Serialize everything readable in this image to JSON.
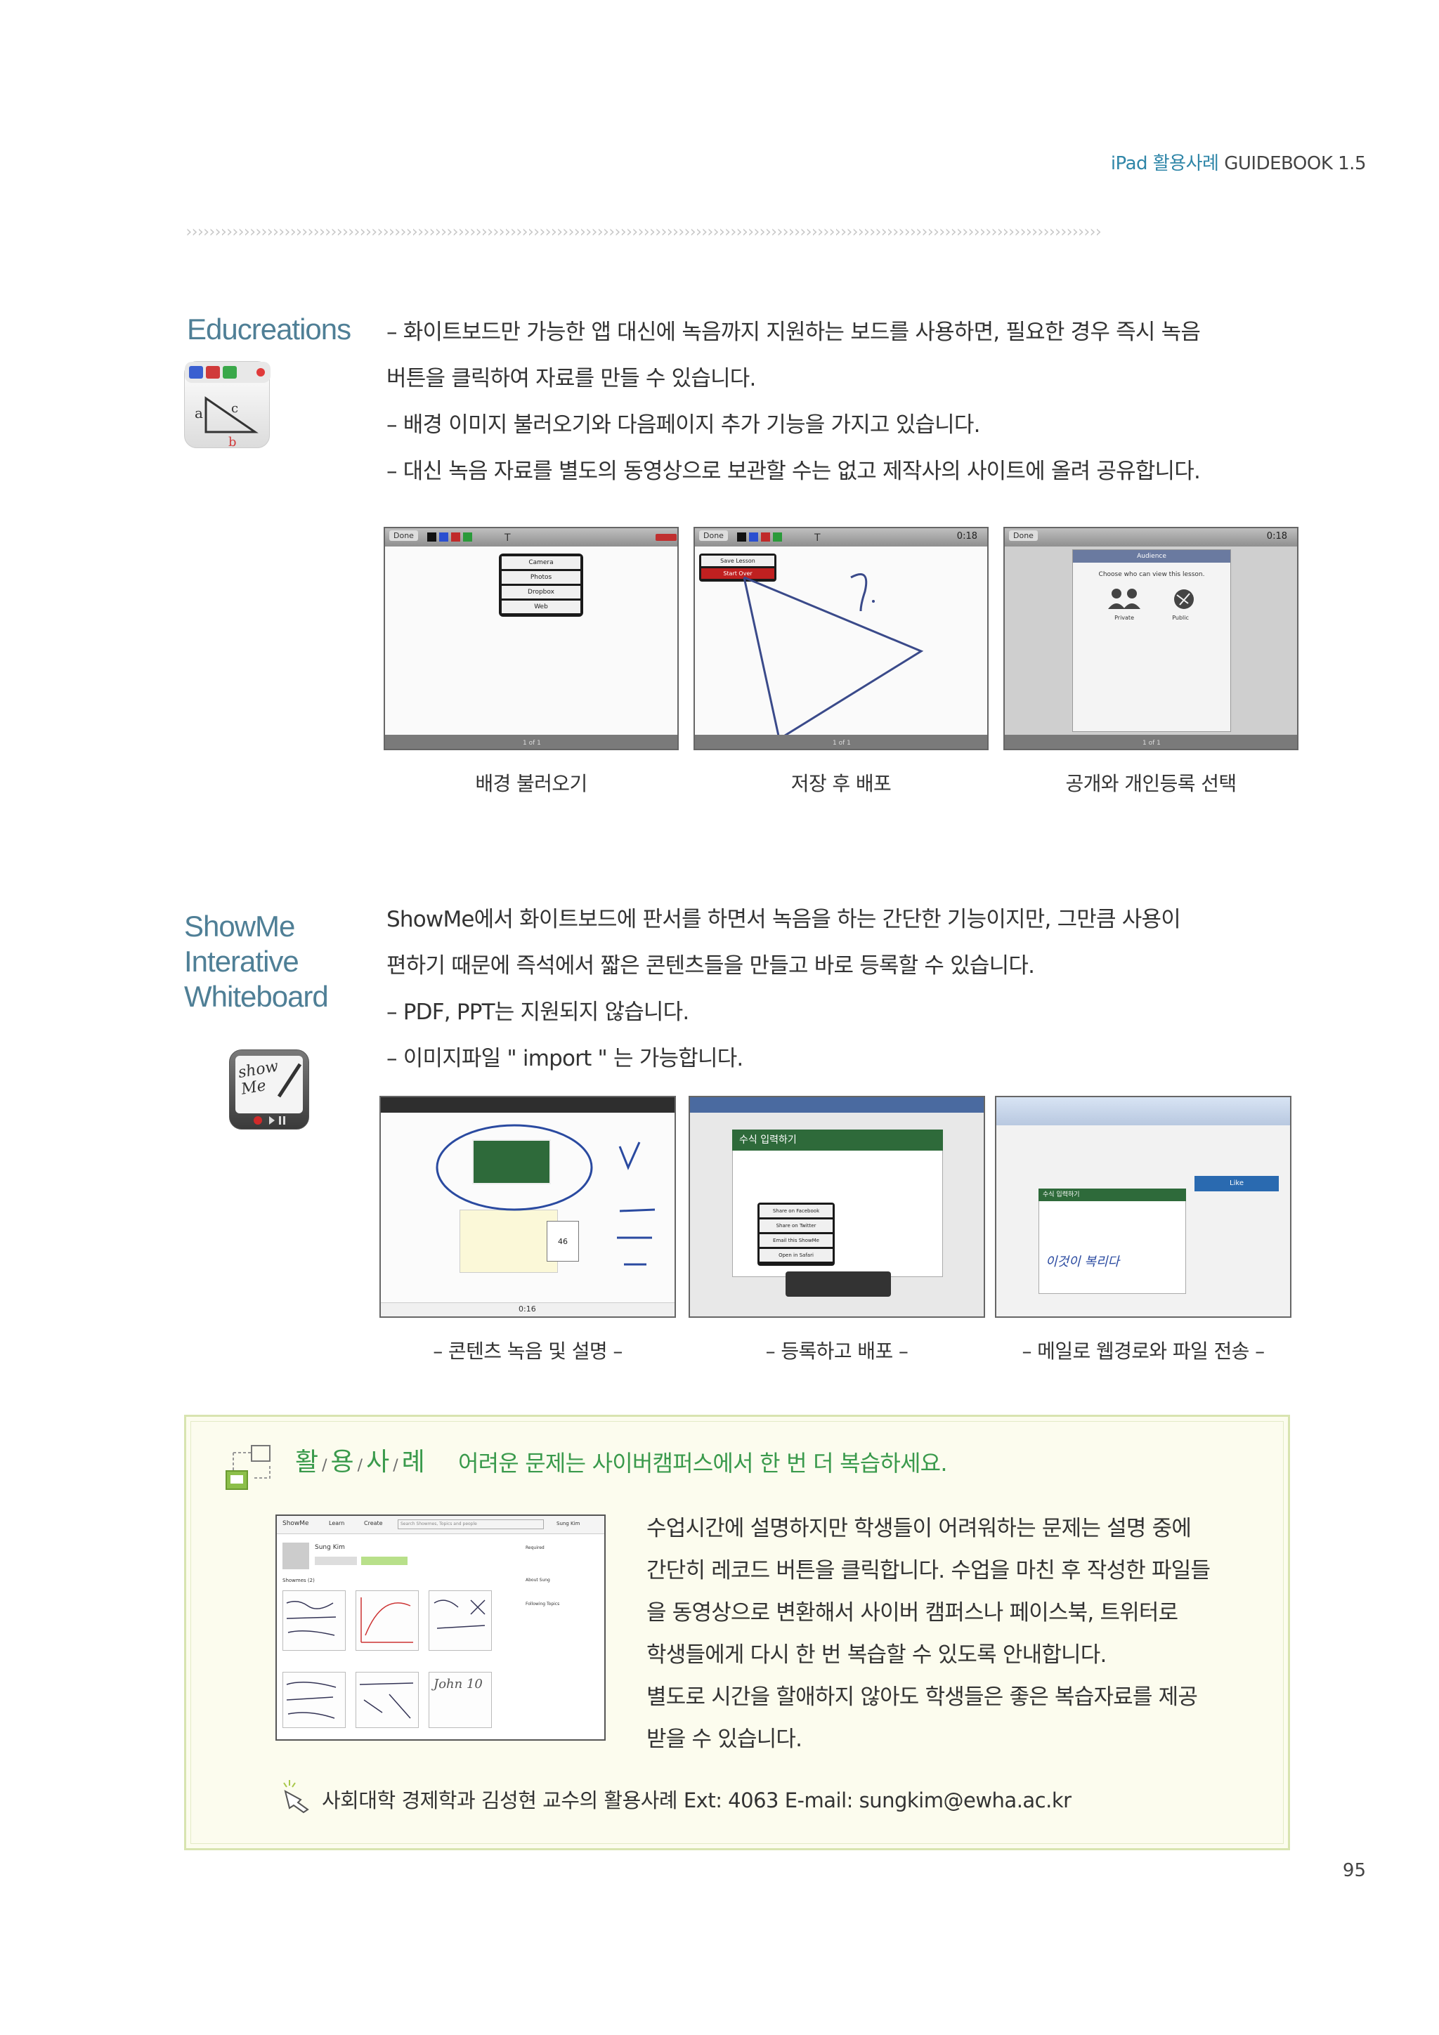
{
  "header": {
    "highlight": "iPad 활용사례",
    "book": "GUIDEBOOK 1.5"
  },
  "chevrons": "››››››››››››››››››››››››››››››››››››››››››››››››››››››››››››››››››››››››››››››››››››››››››››››››››››››››››››››››››››››››››››››››››››››››››››››››››››››››››››››",
  "section1": {
    "title": "Educreations",
    "lines": [
      "– 화이트보드만 가능한 앱 대신에 녹음까지 지원하는 보드를 사용하면, 필요한 경우 즉시 녹음",
      "   버튼을 클릭하여 자료를 만들 수 있습니다.",
      "– 배경 이미지 불러오기와 다음페이지 추가 기능을 가지고 있습니다.",
      "– 대신 녹음 자료를 별도의 동영상으로 보관할 수는 없고 제작사의 사이트에 올려 공유합니다."
    ],
    "shots": [
      {
        "toolbar_left": "Done",
        "menu": [
          "Camera",
          "Photos",
          "Dropbox",
          "Web"
        ],
        "page": "1 of 1",
        "caption": "배경 불러오기"
      },
      {
        "toolbar_left": "Done",
        "time": "0:18",
        "menu": [
          "Save Lesson",
          "Start Over"
        ],
        "page": "1 of 1",
        "caption": "저장 후 배포"
      },
      {
        "toolbar_left": "Done",
        "time": "0:18",
        "dialog_title": "Audience",
        "dialog_text": "Choose who can view this lesson.",
        "options": [
          "Private",
          "Public"
        ],
        "page": "1 of 1",
        "caption": "공개와 개인등록 선택"
      }
    ]
  },
  "section2": {
    "title_lines": [
      "ShowMe",
      "Interative",
      "Whiteboard"
    ],
    "icon_text": "show Me",
    "lines": [
      "ShowMe에서 화이트보드에 판서를 하면서 녹음을 하는 간단한 기능이지만, 그만큼 사용이",
      "편하기 때문에 즉석에서 짧은 콘텐츠들을 만들고 바로 등록할 수 있습니다.",
      "– PDF, PPT는 지원되지 않습니다.",
      "– 이미지파일  \" import \" 는 가능합니다."
    ],
    "shots": [
      {
        "time": "0:16",
        "number": "46",
        "caption": "– 콘텐츠 녹음 및 설명 –"
      },
      {
        "slide_title": "수식 입력하기",
        "menu": [
          "Share on Facebook",
          "Share on Twitter",
          "Email this ShowMe",
          "Open in Safari"
        ],
        "caption": "– 등록하고 배포  –"
      },
      {
        "slide_title": "수식 입력하기",
        "handwriting": "이것이 복리다",
        "button": "Like",
        "caption": "– 메일로 웹경로와 파일 전송 –"
      }
    ]
  },
  "case": {
    "label": [
      "활",
      "용",
      "사",
      "례"
    ],
    "title": "어려운 문제는 사이버캠퍼스에서 한 번 더 복습하세요.",
    "mini_ui": {
      "logo": "ShowMe",
      "nav": [
        "Learn",
        "Create"
      ],
      "search": "Search Showmes, Topics and people",
      "user": "Sung Kim",
      "name": "Sung Kim",
      "section": "Showmes (2)",
      "sidebar": [
        "Required",
        "About Sung",
        "Following Topics"
      ],
      "note": "John 10"
    },
    "lines": [
      "수업시간에 설명하지만 학생들이 어려워하는 문제는 설명 중에",
      "간단히 레코드 버튼을 클릭합니다. 수업을 마친 후 작성한 파일들",
      "을 동영상으로 변환해서 사이버 캠퍼스나 페이스북, 트위터로",
      "학생들에게 다시 한 번 복습할 수 있도록 안내합니다.",
      "별도로 시간을 할애하지 않아도 학생들은 좋은 복습자료를 제공",
      "받을 수 있습니다."
    ],
    "footnote": "사회대학 경제학과 김성현 교수의 활용사례 Ext: 4063   E-mail:  sungkim@ewha.ac.kr"
  },
  "page_number": "95",
  "colors": {
    "title": "#4f7f96",
    "accent_green": "#3a9a4c",
    "header_blue": "#2f86a8",
    "case_bg": "#fcfcee"
  }
}
